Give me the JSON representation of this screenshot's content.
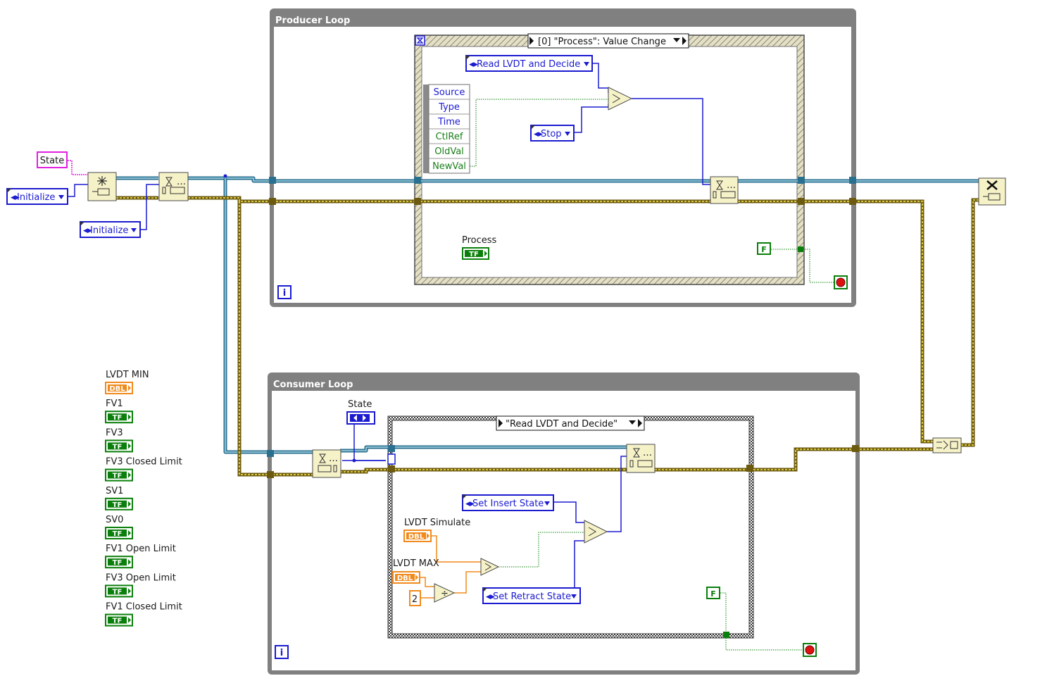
{
  "loops": {
    "producer": {
      "title": "Producer Loop",
      "iteration_terminal": "i"
    },
    "consumer": {
      "title": "Consumer Loop",
      "iteration_terminal": "i"
    }
  },
  "event_structure": {
    "selector": "[0] \"Process\": Value Change",
    "event_data": [
      "Source",
      "Type",
      "Time",
      "CtlRef",
      "OldVal",
      "NewVal"
    ]
  },
  "case_structure": {
    "selector": "\"Read LVDT and Decide\""
  },
  "constants": {
    "state_label": "State",
    "initialize_1": "Initialize",
    "initialize_2": "Initialize",
    "read_lvdt": "Read LVDT and Decide",
    "stop": "Stop",
    "set_insert": "Set Insert State",
    "set_retract": "Set Retract State",
    "two": "2",
    "false_1": "F",
    "false_2": "F"
  },
  "terminals": {
    "process_label": "Process",
    "state_label": "State",
    "lvdt_simulate": "LVDT Simulate",
    "lvdt_max": "LVDT MAX"
  },
  "left_controls": [
    {
      "label": "LVDT MIN",
      "type": "DBL"
    },
    {
      "label": "FV1",
      "type": "TF"
    },
    {
      "label": "FV3",
      "type": "TF"
    },
    {
      "label": "FV3 Closed Limit",
      "type": "TF"
    },
    {
      "label": "SV1",
      "type": "TF"
    },
    {
      "label": "SV0",
      "type": "TF"
    },
    {
      "label": "FV1 Open Limit",
      "type": "TF"
    },
    {
      "label": "FV3 Open Limit",
      "type": "TF"
    },
    {
      "label": "FV1 Closed Limit",
      "type": "TF"
    }
  ],
  "term_types": {
    "dbl": "DBL",
    "tf": "TF"
  },
  "colors": {
    "loop_frame": "#808080",
    "enum_wire": "#1b1bd0",
    "queue_wire": "#2b6f8f",
    "error_wire": "#d6c53b",
    "bool_wire": "#0b7f0b",
    "dbl_wire": "#f08a1c",
    "variant_wire": "#e020e0"
  }
}
